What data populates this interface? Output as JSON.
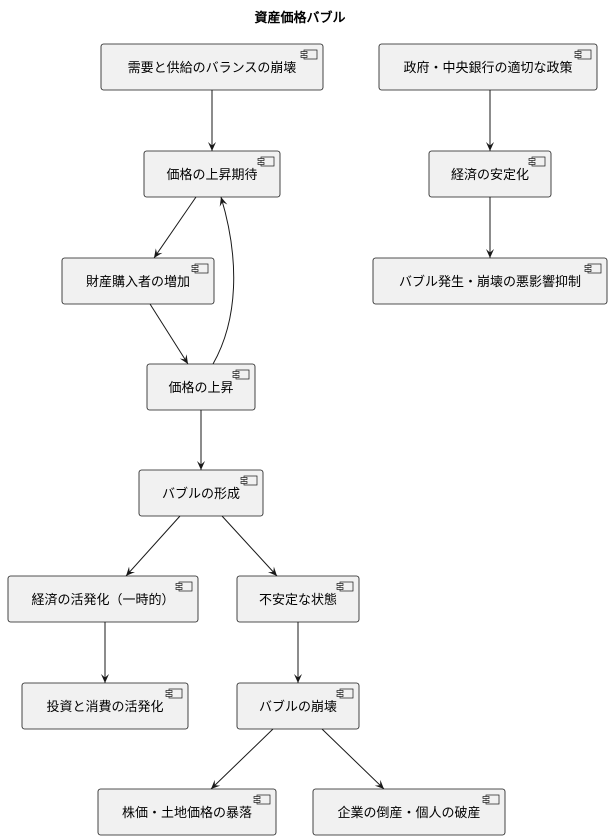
{
  "title": "資産価格バブル",
  "nodes": {
    "n1": "需要と供給のバランスの崩壊",
    "n2": "価格の上昇期待",
    "n3": "財産購入者の増加",
    "n4": "価格の上昇",
    "n5": "バブルの形成",
    "n6": "経済の活発化（一時的）",
    "n7": "不安定な状態",
    "n8": "投資と消費の活発化",
    "n9": "バブルの崩壊",
    "n10": "株価・土地価格の暴落",
    "n11": "企業の倒産・個人の破産",
    "n12": "政府・中央銀行の適切な政策",
    "n13": "経済の安定化",
    "n14": "バブル発生・崩壊の悪影響抑制"
  },
  "edges": [
    [
      "n1",
      "n2"
    ],
    [
      "n2",
      "n3"
    ],
    [
      "n3",
      "n4"
    ],
    [
      "n4",
      "n2"
    ],
    [
      "n4",
      "n5"
    ],
    [
      "n5",
      "n6"
    ],
    [
      "n5",
      "n7"
    ],
    [
      "n6",
      "n8"
    ],
    [
      "n7",
      "n9"
    ],
    [
      "n9",
      "n10"
    ],
    [
      "n9",
      "n11"
    ],
    [
      "n12",
      "n13"
    ],
    [
      "n13",
      "n14"
    ]
  ]
}
